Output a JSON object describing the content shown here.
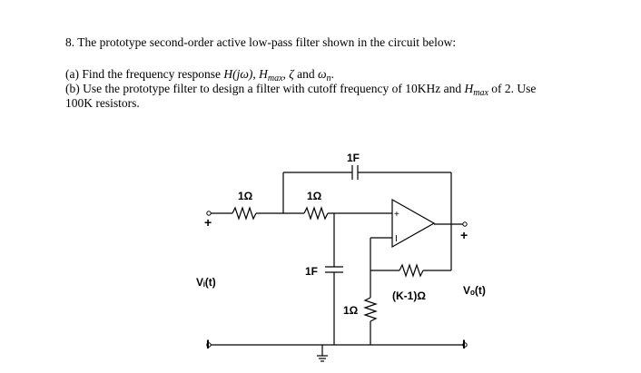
{
  "problem": {
    "number": "8.",
    "statement": "The prototype second-order active low-pass filter shown in the circuit below:",
    "part_a": {
      "prefix": "(a) Find the frequency response",
      "H": "H",
      "jw": "(jω)",
      "sep1": ",",
      "Hmax_main": "H",
      "Hmax_sub": "max",
      "sep2": ",",
      "zeta": "ζ",
      "and": "and",
      "wn_main": "ω",
      "wn_sub": "n",
      "end": "."
    },
    "part_b": {
      "prefix": "(b) Use the prototype filter to design a filter with cutoff frequency of 10KHz and",
      "Hmax_main": "H",
      "Hmax_sub": "max",
      "suffix": "of 2. Use",
      "line2": "100K resistors."
    }
  },
  "circuit": {
    "r1_label": "1Ω",
    "r2_label": "1Ω",
    "c_top_label": "1F",
    "c_bottom_label": "1F",
    "r_ground_label": "1Ω",
    "r_feedback_label": "(K-1)Ω",
    "vin_label": "Vᵢ(t)",
    "vout_label": "Vₒ(t)",
    "vin_plus": "+",
    "vin_minus": "I",
    "vout_plus": "+",
    "vout_minus": "I",
    "opamp_plus": "+",
    "opamp_minus": "I"
  }
}
